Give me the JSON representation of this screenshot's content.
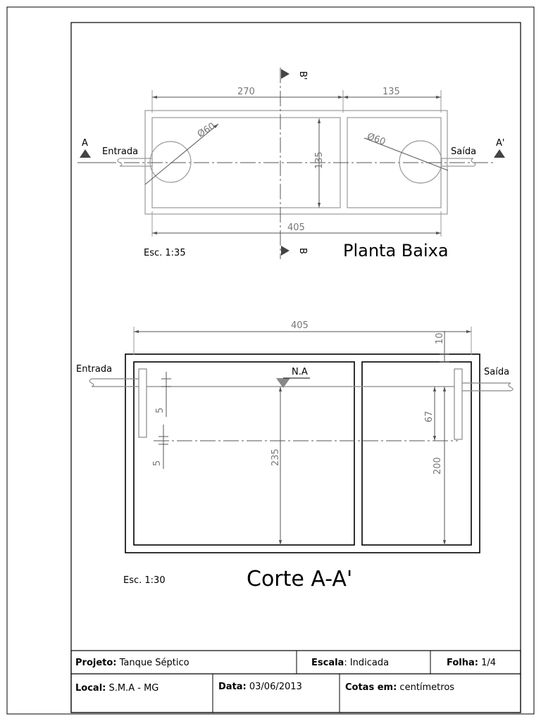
{
  "plan": {
    "title": "Planta Baixa",
    "scale": "Esc. 1:35",
    "dim_270": "270",
    "dim_135_top": "135",
    "dim_135_vert": "135",
    "dim_405": "405",
    "dia_left": "Ø60",
    "dia_right": "Ø60",
    "label_entrada": "Entrada",
    "label_saida": "Saída",
    "marker_a": "A",
    "marker_a_prime": "A'",
    "marker_b_prime": "B'",
    "marker_b": "B"
  },
  "section": {
    "title": "Corte A-A'",
    "scale": "Esc. 1:30",
    "dim_405": "405",
    "dim_10": "10",
    "dim_5_upper": "5",
    "dim_5_lower": "5",
    "dim_235": "235",
    "dim_67": "67",
    "dim_200": "200",
    "water_level": "N.A",
    "label_entrada": "Entrada",
    "label_saida": "Saída"
  },
  "title_block": {
    "projeto_label": "Projeto:",
    "projeto_value": " Tanque Séptico",
    "escala_label": "Escala",
    "escala_value": ": Indicada",
    "folha_label": "Folha:",
    "folha_value": " 1/4",
    "local_label": "Local:",
    "local_value": " S.M.A - MG",
    "data_label": "Data:",
    "data_value": " 03/06/2013",
    "cotas_label": "Cotas em:",
    "cotas_value": " centímetros"
  }
}
